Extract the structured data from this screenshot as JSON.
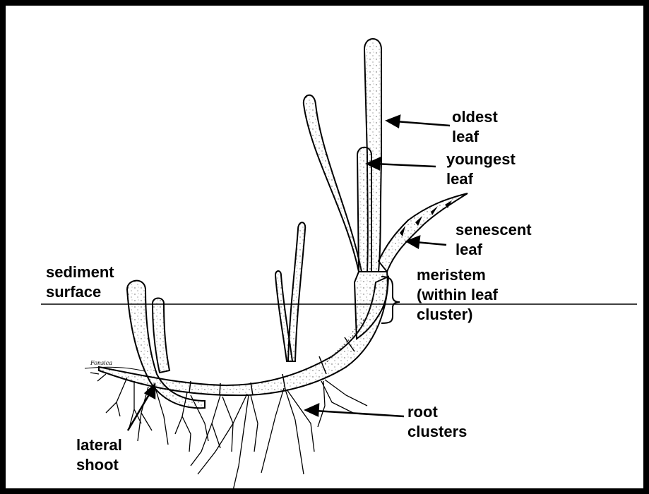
{
  "labels": {
    "oldest_leaf": [
      "oldest",
      "leaf"
    ],
    "youngest_leaf": [
      "youngest",
      "leaf"
    ],
    "senescent_leaf": [
      "senescent",
      "leaf"
    ],
    "meristem": [
      "meristem",
      "(within leaf",
      "cluster)"
    ],
    "sediment_surface": [
      "sediment",
      "surface"
    ],
    "root_clusters": [
      "root",
      "clusters"
    ],
    "lateral_shoot": [
      "lateral",
      "shoot"
    ]
  },
  "artist_signature": "Fonsica",
  "colors": {
    "ink": "#000000",
    "background": "#ffffff",
    "stipple": "#555555"
  }
}
